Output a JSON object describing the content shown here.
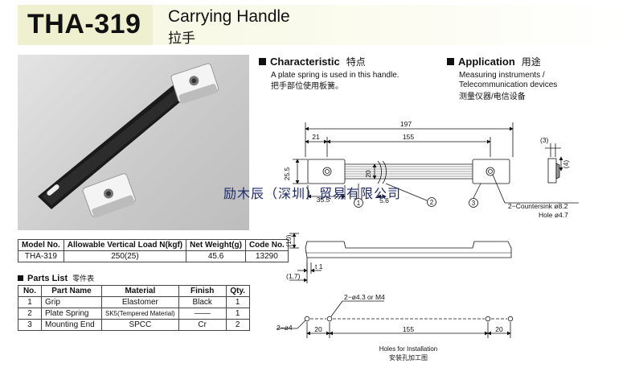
{
  "header": {
    "model": "THA-319",
    "product_en": "Carrying Handle",
    "product_cn": "拉手"
  },
  "characteristic": {
    "title": "Characteristic",
    "title_cn": "特点",
    "text_en": "A plate spring is used in this handle.",
    "text_cn": "把手部位使用板簧。"
  },
  "application": {
    "title": "Application",
    "title_cn": "用途",
    "line1": "Measuring instruments /",
    "line2": "Telecommunication devices",
    "text_cn": "测量仪器/电信设备"
  },
  "spec_table": {
    "headers": [
      "Model No.",
      "Allowable Vertical Load N(kgf)",
      "Net Weight(g)",
      "Code No."
    ],
    "row": [
      "THA-319",
      "250(25)",
      "45.6",
      "13290"
    ]
  },
  "parts_list": {
    "title": "Parts List",
    "title_cn": "零件表",
    "headers": [
      "No.",
      "Part Name",
      "Material",
      "Finish",
      "Qty."
    ],
    "rows": [
      [
        "1",
        "Grip",
        "Elastomer",
        "Black",
        "1"
      ],
      [
        "2",
        "Plate Spring",
        "SK5(Tempered Material)",
        "——",
        "1"
      ],
      [
        "3",
        "Mounting End",
        "SPCC",
        "Cr",
        "2"
      ]
    ]
  },
  "drawing": {
    "dim_197": "197",
    "dim_21": "21",
    "dim_155": "155",
    "dim_25_5": "25.5",
    "dim_20": "20",
    "dim_35_5": "35.5",
    "dim_5_6": "5.6",
    "dim_3": "(3)",
    "dim_4": "(4)",
    "dim_10": "(10)",
    "dim_t1": "t 1",
    "dim_1_7": "(1.7)",
    "callout_1": "1",
    "callout_2": "2",
    "callout_3": "3",
    "countersink": "2−Countersink ø8.2",
    "hole": "Hole ø4.7",
    "hole_spec": "2−ø4.3 or M4",
    "hole_d4": "2−ø4",
    "install_20a": "20",
    "install_155": "155",
    "install_20b": "20",
    "install_en": "Holes for Installation",
    "install_cn": "安装孔加工图"
  },
  "watermark": "励木辰（深圳）贸易有限公司"
}
